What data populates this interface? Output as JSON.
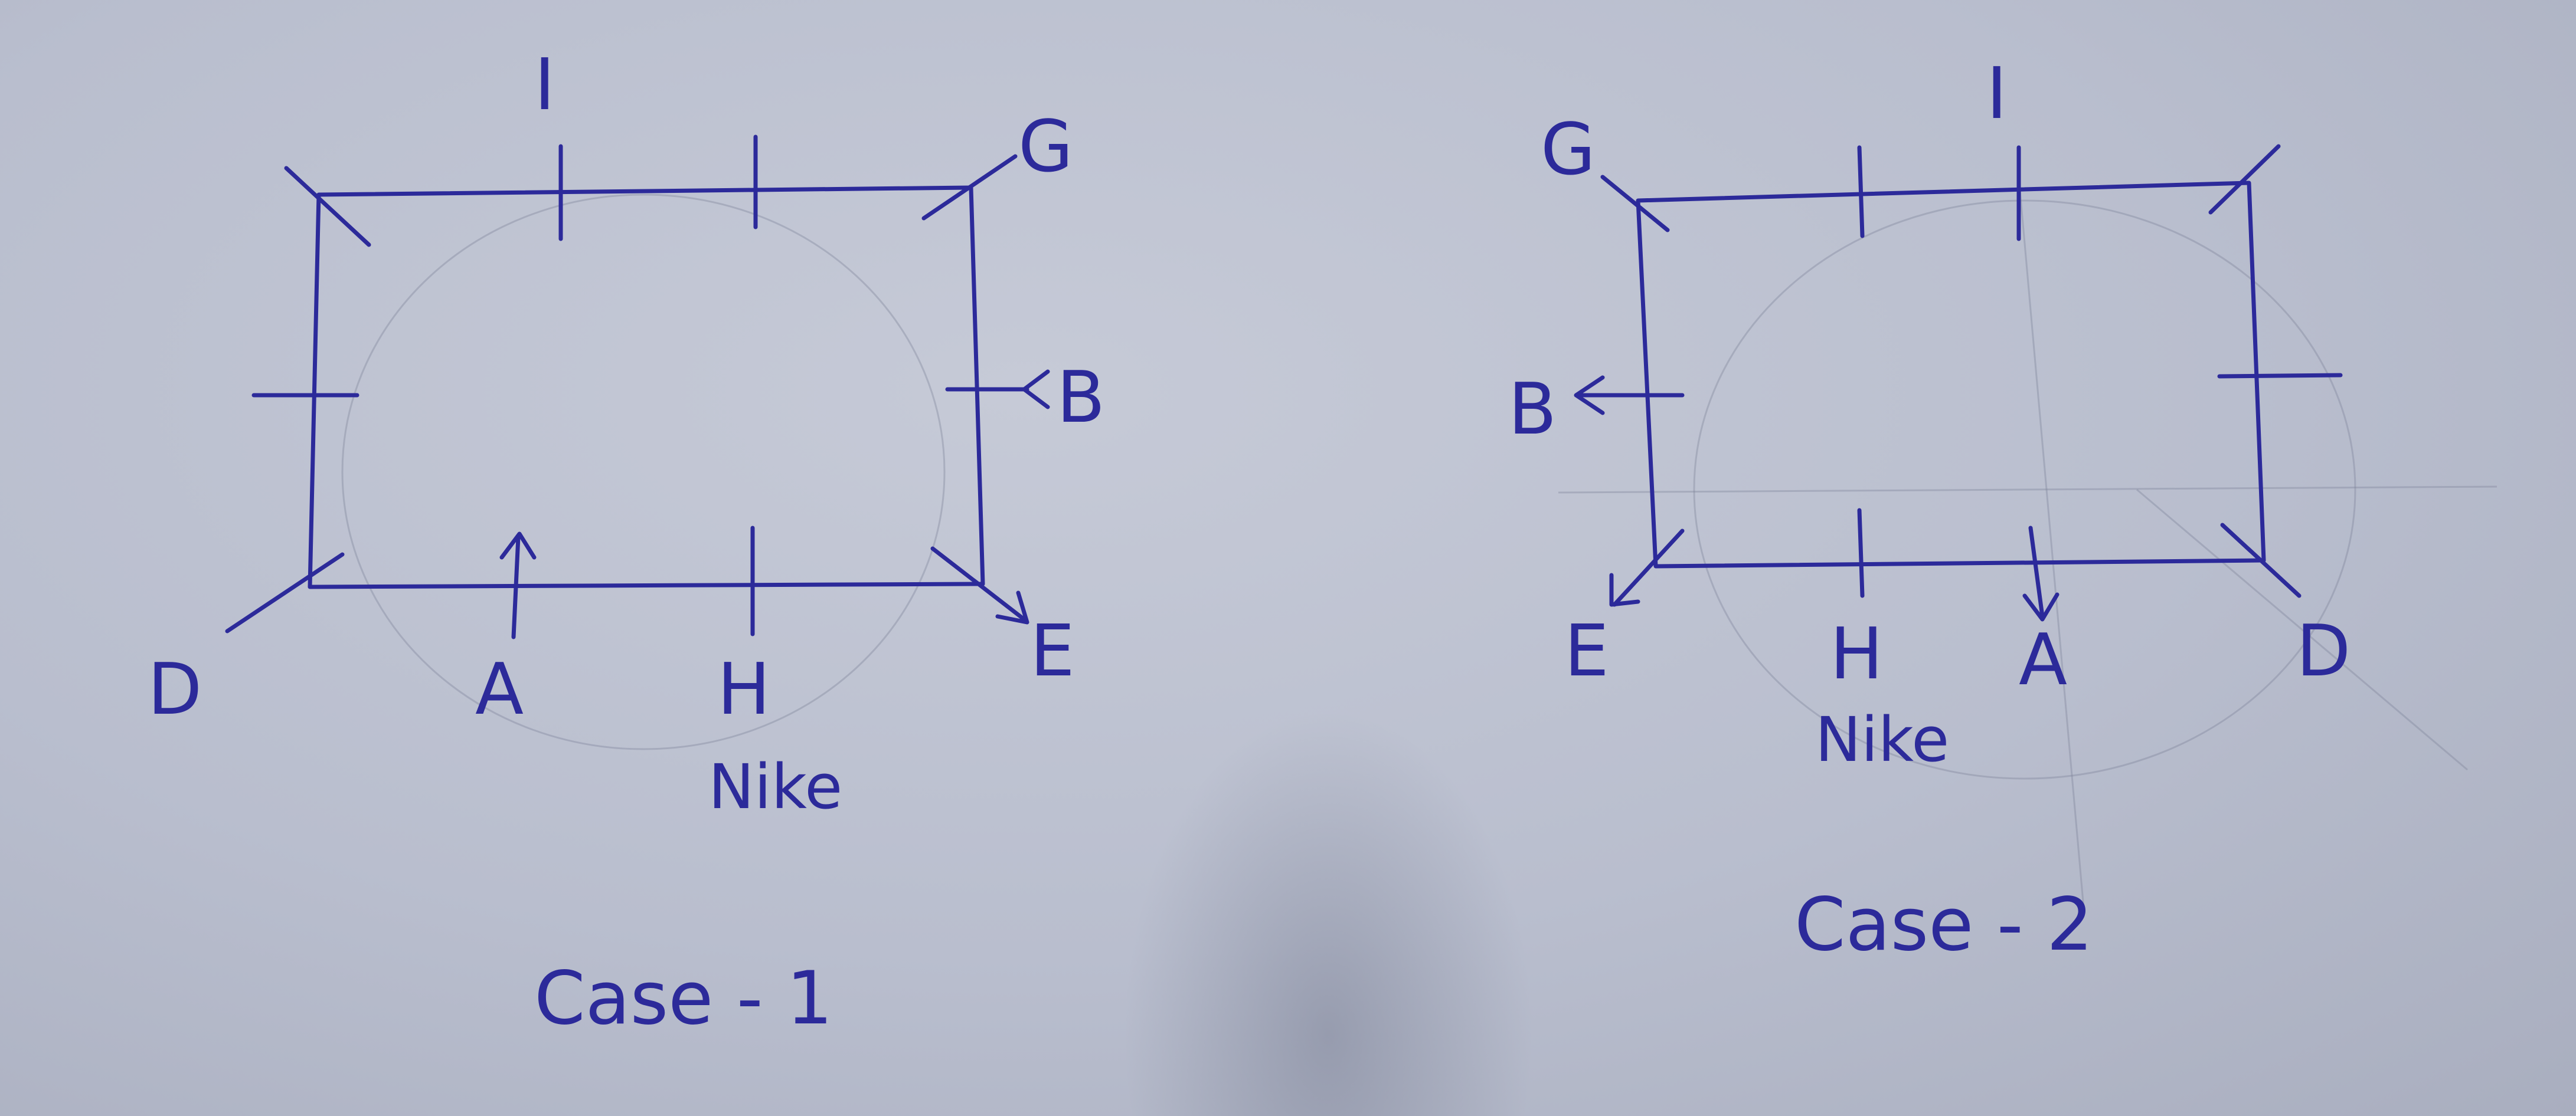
{
  "case1": {
    "caption": "Case - 1",
    "labels": {
      "top": "I",
      "top_right_corner": "G",
      "right": "B",
      "bottom_left_corner": "D",
      "bottom_left": "A",
      "bottom_middle": "H",
      "bottom_right_corner": "E",
      "under_h": "Nike"
    }
  },
  "case2": {
    "caption": "Case - 2",
    "labels": {
      "top": "I",
      "top_left_corner": "G",
      "left": "B",
      "bottom_left_corner": "E",
      "bottom_middle": "H",
      "bottom_right": "A",
      "bottom_right_corner": "D",
      "under_h": "Nike"
    }
  },
  "colors": {
    "ink": "#2c2a9a",
    "paper": "#b9bece"
  }
}
